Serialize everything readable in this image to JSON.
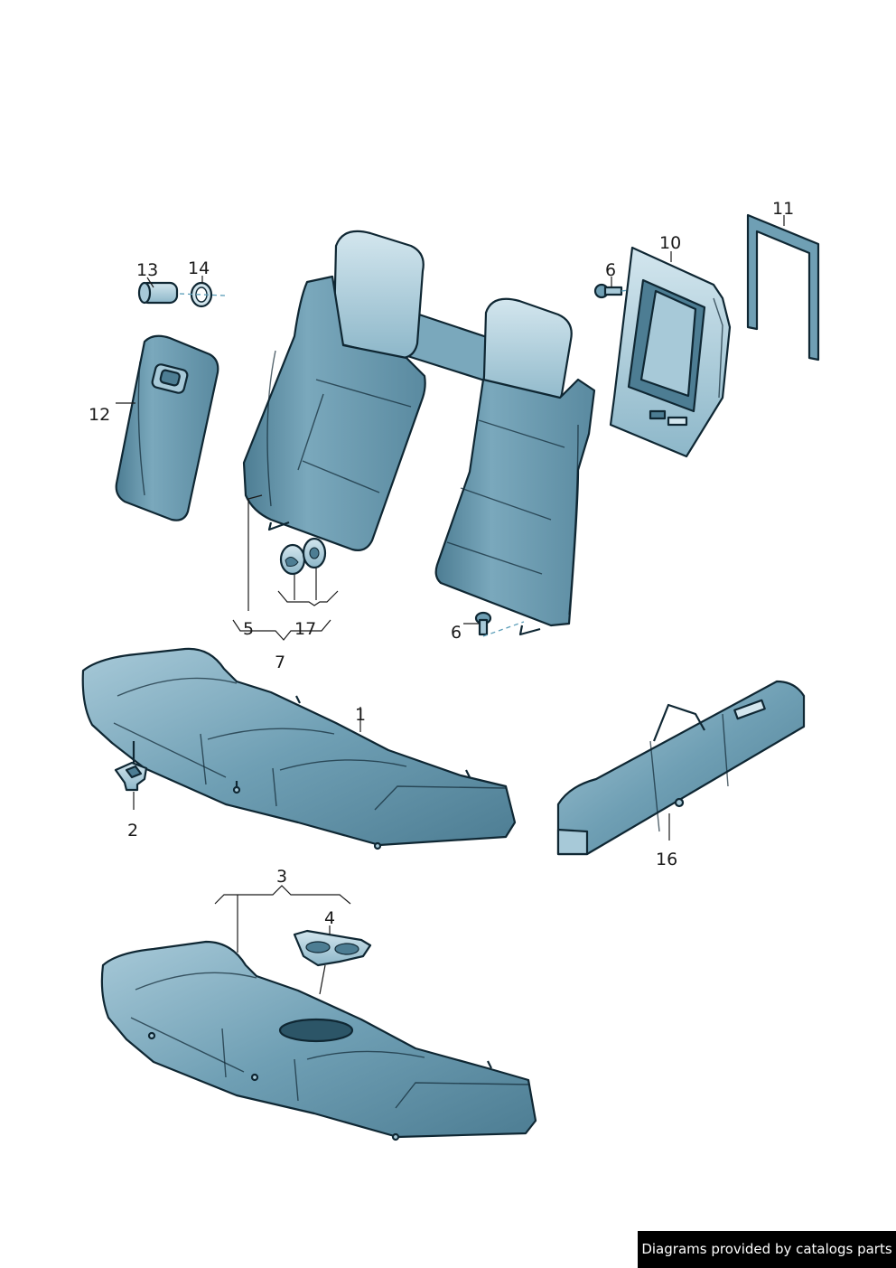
{
  "diagram": {
    "callouts": {
      "c1": "1",
      "c2": "2",
      "c3": "3",
      "c4": "4",
      "c5": "5",
      "c6a": "6",
      "c6b": "6",
      "c7": "7",
      "c10": "10",
      "c11": "11",
      "c12": "12",
      "c13": "13",
      "c14": "14",
      "c16": "16",
      "c17": "17"
    },
    "colors": {
      "outline": "#0f2733",
      "fill_dark": "#4d7d93",
      "fill_mid": "#6f9fb4",
      "fill_light": "#a7c9d8",
      "fill_pale": "#d3e6ee",
      "dashed_line": "#5a9db8"
    }
  },
  "credit": {
    "text": "Diagrams provided by catalogs parts"
  }
}
